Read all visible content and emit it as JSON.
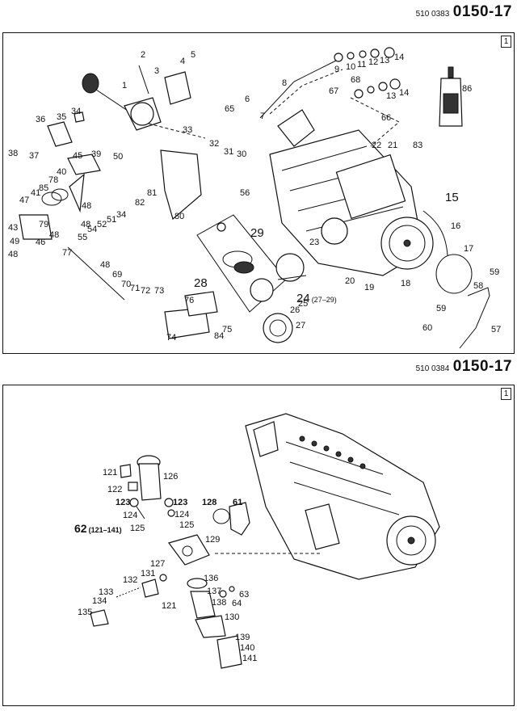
{
  "diagram1": {
    "ref_code": "510 0383",
    "ref_big": "0150-17",
    "page": "1",
    "labels": [
      "1",
      "2",
      "3",
      "4",
      "5",
      "6",
      "7",
      "8",
      "9",
      "10",
      "11",
      "12",
      "13",
      "14",
      "13",
      "14",
      "67",
      "68",
      "66",
      "86",
      "36",
      "35",
      "34",
      "38",
      "37",
      "45",
      "39",
      "50",
      "40",
      "85",
      "78",
      "41",
      "47",
      "43",
      "79",
      "46",
      "49",
      "48",
      "48",
      "77",
      "48",
      "55",
      "54",
      "52",
      "51",
      "34",
      "48",
      "82",
      "81",
      "80",
      "33",
      "32",
      "31",
      "30",
      "65",
      "56",
      "15",
      "16",
      "17",
      "22",
      "21",
      "83",
      "29",
      "28",
      "23",
      "20",
      "19",
      "18",
      "24",
      "25",
      "26",
      "27",
      "59",
      "58",
      "57",
      "59",
      "60",
      "76",
      "74",
      "84",
      "75",
      "69",
      "70",
      "71",
      "72",
      "73",
      "48"
    ],
    "label_24_suffix": "(27–29)"
  },
  "diagram2": {
    "ref_code": "510 0384",
    "ref_big": "0150-17",
    "page": "1",
    "labels": [
      "121",
      "126",
      "122",
      "123",
      "123",
      "124",
      "124",
      "125",
      "125",
      "128",
      "61",
      "62",
      "129",
      "127",
      "131",
      "132",
      "133",
      "134",
      "135",
      "121",
      "136",
      "63",
      "64",
      "137",
      "138",
      "130",
      "139",
      "140",
      "141"
    ],
    "label_62_suffix": "(121–141)"
  }
}
